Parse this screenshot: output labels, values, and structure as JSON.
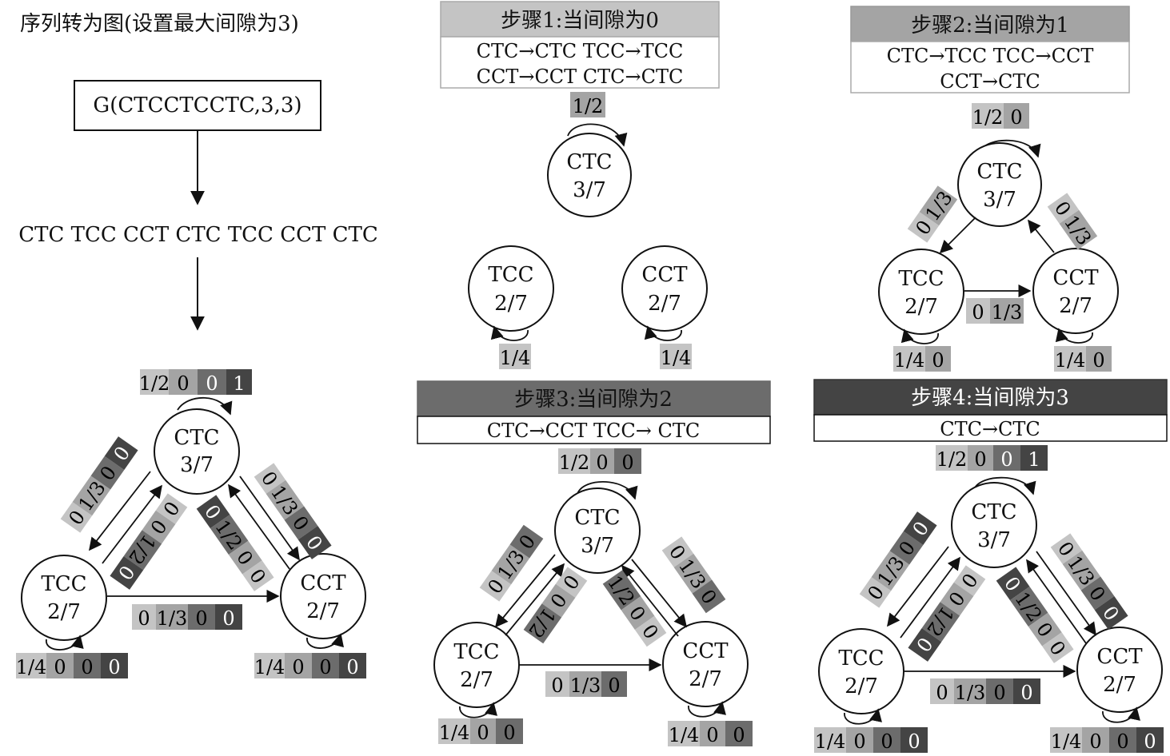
{
  "colors": {
    "c1": "#c4c4c4",
    "c2": "#a4a4a4",
    "c3": "#6c6c6c",
    "c4": "#444444"
  },
  "left": {
    "title": "序列转为图(设置最大间隙为3)",
    "gbox": "G(CTCCTCCTC,3,3)",
    "sequence": "CTC TCC CCT CTC TCC CCT CTC"
  },
  "nodes": {
    "ctc_name": "CTC",
    "ctc_frac": "3/7",
    "tcc_name": "TCC",
    "tcc_frac": "2/7",
    "cct_name": "CCT",
    "cct_frac": "2/7"
  },
  "steps": {
    "s1": {
      "title": "步骤1:当间隙为0",
      "line1": "CTC→CTC   TCC→TCC",
      "line2": "CCT→CCT   CTC→CTC"
    },
    "s2": {
      "title": "步骤2:当间隙为1",
      "line1": "CTC→TCC   TCC→CCT",
      "line2": "CCT→CTC"
    },
    "s3": {
      "title": "步骤3:当间隙为2",
      "line1": "CTC→CCT   TCC→ CTC"
    },
    "s4": {
      "title": "步骤4:当间隙为3",
      "line1": "CTC→CTC"
    }
  },
  "labels": {
    "half": "1/2",
    "third": "1/3",
    "quarter": "1/4",
    "zero": "0",
    "one": "1"
  }
}
